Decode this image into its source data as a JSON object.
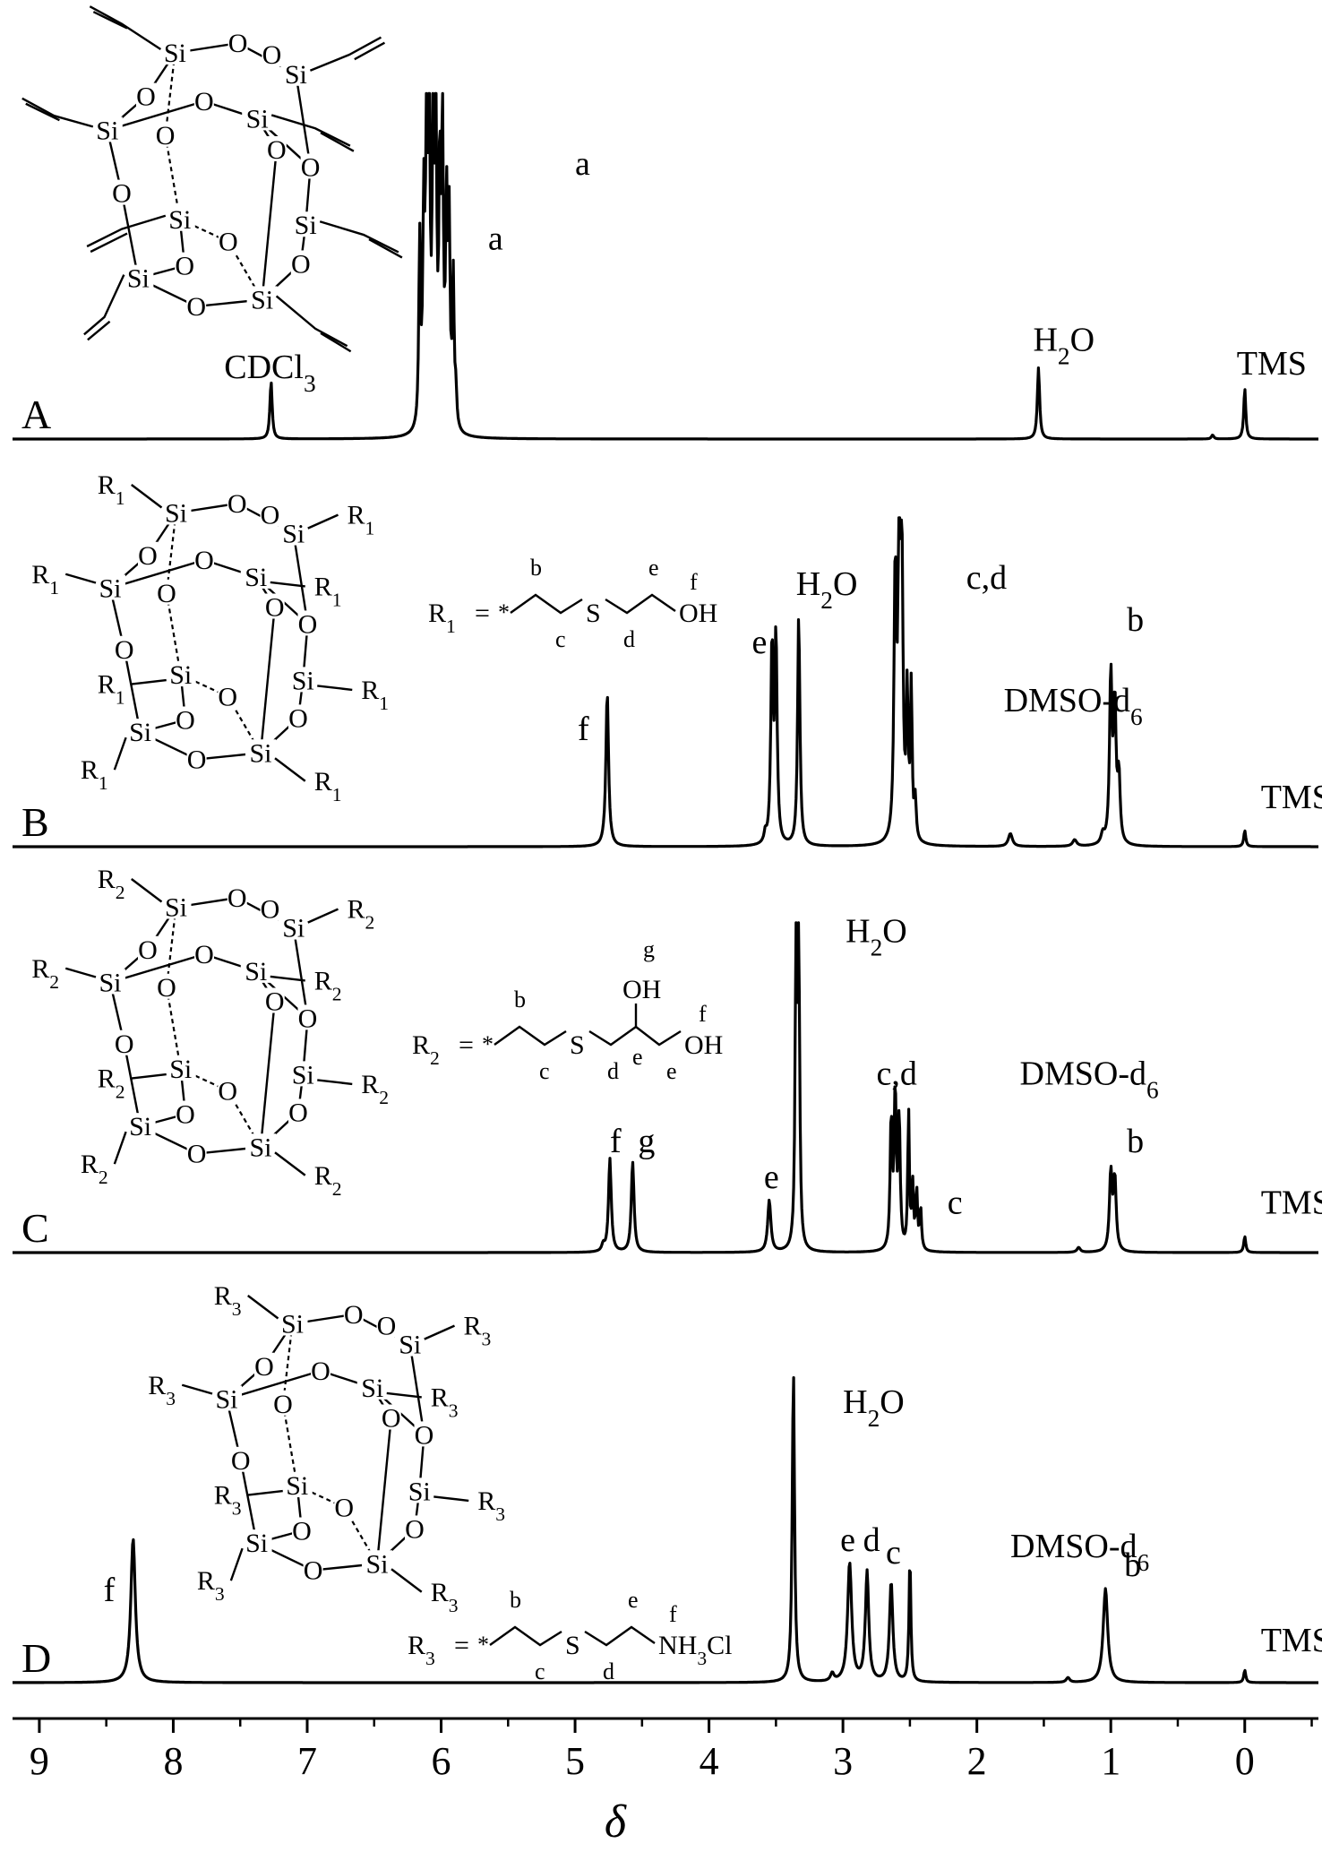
{
  "chart_data": {
    "type": "line",
    "xlabel": "δ",
    "x_reversed": true,
    "xlim": [
      9.2,
      -0.55
    ],
    "xticks": [
      9,
      8,
      7,
      6,
      5,
      4,
      3,
      2,
      1,
      0
    ],
    "xtick_labels": [
      "9",
      "8",
      "7",
      "6",
      "5",
      "4",
      "3",
      "2",
      "1",
      "0"
    ],
    "panels": [
      {
        "label": "A",
        "structure_title": "",
        "peaks": [
          {
            "x": 7.27,
            "h": 0.17,
            "w": 0.01
          },
          {
            "x": 6.16,
            "h": 0.55,
            "w": 0.008
          },
          {
            "x": 6.13,
            "h": 0.62,
            "w": 0.008
          },
          {
            "x": 6.11,
            "h": 0.78,
            "w": 0.008
          },
          {
            "x": 6.09,
            "h": 1.0,
            "w": 0.008
          },
          {
            "x": 6.06,
            "h": 0.87,
            "w": 0.008
          },
          {
            "x": 6.04,
            "h": 0.92,
            "w": 0.008
          },
          {
            "x": 6.01,
            "h": 0.73,
            "w": 0.008
          },
          {
            "x": 5.99,
            "h": 0.86,
            "w": 0.008
          },
          {
            "x": 5.96,
            "h": 0.64,
            "w": 0.008
          },
          {
            "x": 5.94,
            "h": 0.58,
            "w": 0.008
          },
          {
            "x": 5.91,
            "h": 0.44,
            "w": 0.008
          },
          {
            "x": 5.89,
            "h": 0.1,
            "w": 0.008
          },
          {
            "x": 1.54,
            "h": 0.21,
            "w": 0.01
          },
          {
            "x": 0.0,
            "h": 0.15,
            "w": 0.009
          },
          {
            "x": 0.24,
            "h": 0.012,
            "w": 0.01
          }
        ],
        "labels": [
          {
            "text": "a",
            "x": 5.65,
            "y": 0.56
          },
          {
            "text": "a",
            "x": 5.0,
            "y": 0.78
          },
          {
            "text": "CDCl",
            "sub": "3",
            "x": 7.62,
            "y": 0.18
          },
          {
            "text": "H",
            "sub": "2",
            "tail": "O",
            "x": 1.58,
            "y": 0.26
          },
          {
            "text": "TMS",
            "x": 0.06,
            "y": 0.19
          }
        ]
      },
      {
        "label": "B",
        "structure_title": "",
        "peaks": [
          {
            "x": 4.76,
            "h": 0.48,
            "w": 0.012
          },
          {
            "x": 3.53,
            "h": 0.62,
            "w": 0.01
          },
          {
            "x": 3.5,
            "h": 0.64,
            "w": 0.01
          },
          {
            "x": 3.58,
            "h": 0.03,
            "w": 0.01
          },
          {
            "x": 3.33,
            "h": 0.72,
            "w": 0.01
          },
          {
            "x": 2.61,
            "h": 0.82,
            "w": 0.01
          },
          {
            "x": 2.58,
            "h": 1.0,
            "w": 0.01
          },
          {
            "x": 2.56,
            "h": 0.78,
            "w": 0.01
          },
          {
            "x": 2.52,
            "h": 0.44,
            "w": 0.008
          },
          {
            "x": 2.49,
            "h": 0.47,
            "w": 0.008
          },
          {
            "x": 2.46,
            "h": 0.12,
            "w": 0.008
          },
          {
            "x": 1.75,
            "h": 0.04,
            "w": 0.018
          },
          {
            "x": 1.27,
            "h": 0.02,
            "w": 0.018
          },
          {
            "x": 1.06,
            "h": 0.03,
            "w": 0.015
          },
          {
            "x": 0.97,
            "h": 0.42,
            "w": 0.011
          },
          {
            "x": 1.0,
            "h": 0.52,
            "w": 0.011
          },
          {
            "x": 0.94,
            "h": 0.2,
            "w": 0.011
          },
          {
            "x": 0.0,
            "h": 0.05,
            "w": 0.009
          }
        ],
        "labels": [
          {
            "text": "f",
            "x": 4.98,
            "y": 0.33
          },
          {
            "text": "e",
            "x": 3.68,
            "y": 0.6
          },
          {
            "text": "H",
            "sub": "2",
            "tail": "O",
            "x": 3.35,
            "y": 0.78
          },
          {
            "text": "c,d",
            "x": 2.08,
            "y": 0.8
          },
          {
            "text": "DMSO-d",
            "sub": "6",
            "x": 1.8,
            "y": 0.42
          },
          {
            "text": "b",
            "x": 0.88,
            "y": 0.67
          },
          {
            "text": "TMS",
            "x": -0.12,
            "y": 0.12
          }
        ]
      },
      {
        "label": "C",
        "structure_title": "",
        "peaks": [
          {
            "x": 4.74,
            "h": 0.29,
            "w": 0.012
          },
          {
            "x": 4.57,
            "h": 0.28,
            "w": 0.012
          },
          {
            "x": 4.79,
            "h": 0.02,
            "w": 0.012
          },
          {
            "x": 3.55,
            "h": 0.16,
            "w": 0.014
          },
          {
            "x": 3.35,
            "h": 1.0,
            "w": 0.008
          },
          {
            "x": 3.33,
            "h": 0.92,
            "w": 0.008
          },
          {
            "x": 2.64,
            "h": 0.4,
            "w": 0.009
          },
          {
            "x": 2.61,
            "h": 0.48,
            "w": 0.009
          },
          {
            "x": 2.58,
            "h": 0.4,
            "w": 0.009
          },
          {
            "x": 2.51,
            "h": 0.42,
            "w": 0.007
          },
          {
            "x": 2.48,
            "h": 0.2,
            "w": 0.008
          },
          {
            "x": 2.45,
            "h": 0.18,
            "w": 0.008
          },
          {
            "x": 2.42,
            "h": 0.13,
            "w": 0.008
          },
          {
            "x": 1.24,
            "h": 0.015,
            "w": 0.015
          },
          {
            "x": 1.0,
            "h": 0.24,
            "w": 0.012
          },
          {
            "x": 0.97,
            "h": 0.22,
            "w": 0.012
          },
          {
            "x": 0.0,
            "h": 0.05,
            "w": 0.009
          }
        ],
        "labels": [
          {
            "text": "f",
            "x": 4.74,
            "y": 0.31
          },
          {
            "text": "g",
            "x": 4.53,
            "y": 0.31
          },
          {
            "text": "e",
            "x": 3.59,
            "y": 0.2
          },
          {
            "text": "H",
            "sub": "2",
            "tail": "O",
            "x": 2.98,
            "y": 0.96
          },
          {
            "text": "c,d",
            "x": 2.75,
            "y": 0.52
          },
          {
            "text": "DMSO-d",
            "sub": "6",
            "x": 1.68,
            "y": 0.52
          },
          {
            "text": "c",
            "x": 2.22,
            "y": 0.12
          },
          {
            "text": "b",
            "x": 0.88,
            "y": 0.31
          },
          {
            "text": "TMS",
            "x": -0.12,
            "y": 0.12
          }
        ]
      },
      {
        "label": "D",
        "structure_title": "",
        "peaks": [
          {
            "x": 8.3,
            "h": 0.46,
            "w": 0.02
          },
          {
            "x": 3.37,
            "h": 1.0,
            "w": 0.01
          },
          {
            "x": 3.08,
            "h": 0.025,
            "w": 0.015
          },
          {
            "x": 2.95,
            "h": 0.38,
            "w": 0.018
          },
          {
            "x": 2.82,
            "h": 0.35,
            "w": 0.015
          },
          {
            "x": 2.64,
            "h": 0.32,
            "w": 0.015
          },
          {
            "x": 2.5,
            "h": 0.4,
            "w": 0.008
          },
          {
            "x": 1.32,
            "h": 0.015,
            "w": 0.015
          },
          {
            "x": 1.04,
            "h": 0.3,
            "w": 0.02
          },
          {
            "x": 0.0,
            "h": 0.04,
            "w": 0.009
          }
        ],
        "labels": [
          {
            "text": "f",
            "x": 8.52,
            "y": 0.26
          },
          {
            "text": "H",
            "sub": "2",
            "tail": "O",
            "x": 3.0,
            "y": 0.86
          },
          {
            "text": "e",
            "x": 3.02,
            "y": 0.42
          },
          {
            "text": "d",
            "x": 2.85,
            "y": 0.42
          },
          {
            "text": "c",
            "x": 2.68,
            "y": 0.38
          },
          {
            "text": "DMSO-d",
            "sub": "6",
            "x": 1.75,
            "y": 0.4
          },
          {
            "text": "b",
            "x": 0.9,
            "y": 0.34
          },
          {
            "text": "TMS",
            "x": -0.12,
            "y": 0.1
          }
        ]
      }
    ]
  },
  "structures": {
    "A": {
      "si": "Si",
      "o": "O"
    },
    "B": {
      "si": "Si",
      "o": "O",
      "r": "R",
      "r_sub": "1",
      "formula": {
        "lhs": "R",
        "lhs_sub": "1",
        "eq": "=",
        "star": "*",
        "s": "S",
        "oh": "OH",
        "letters": [
          "b",
          "c",
          "d",
          "e",
          "f"
        ]
      }
    },
    "C": {
      "si": "Si",
      "o": "O",
      "r": "R",
      "r_sub": "2",
      "formula": {
        "lhs": "R",
        "lhs_sub": "2",
        "eq": "=",
        "star": "*",
        "s": "S",
        "oh1": "OH",
        "oh2": "OH",
        "letters": [
          "b",
          "c",
          "d",
          "e",
          "e",
          "f",
          "g"
        ]
      }
    },
    "D": {
      "si": "Si",
      "o": "O",
      "r": "R",
      "r_sub": "3",
      "formula": {
        "lhs": "R",
        "lhs_sub": "3",
        "eq": "=",
        "star": "*",
        "s": "S",
        "nh": "NH",
        "nh_sub": "3",
        "cl": "Cl",
        "letters": [
          "b",
          "c",
          "d",
          "e",
          "f"
        ]
      }
    }
  }
}
